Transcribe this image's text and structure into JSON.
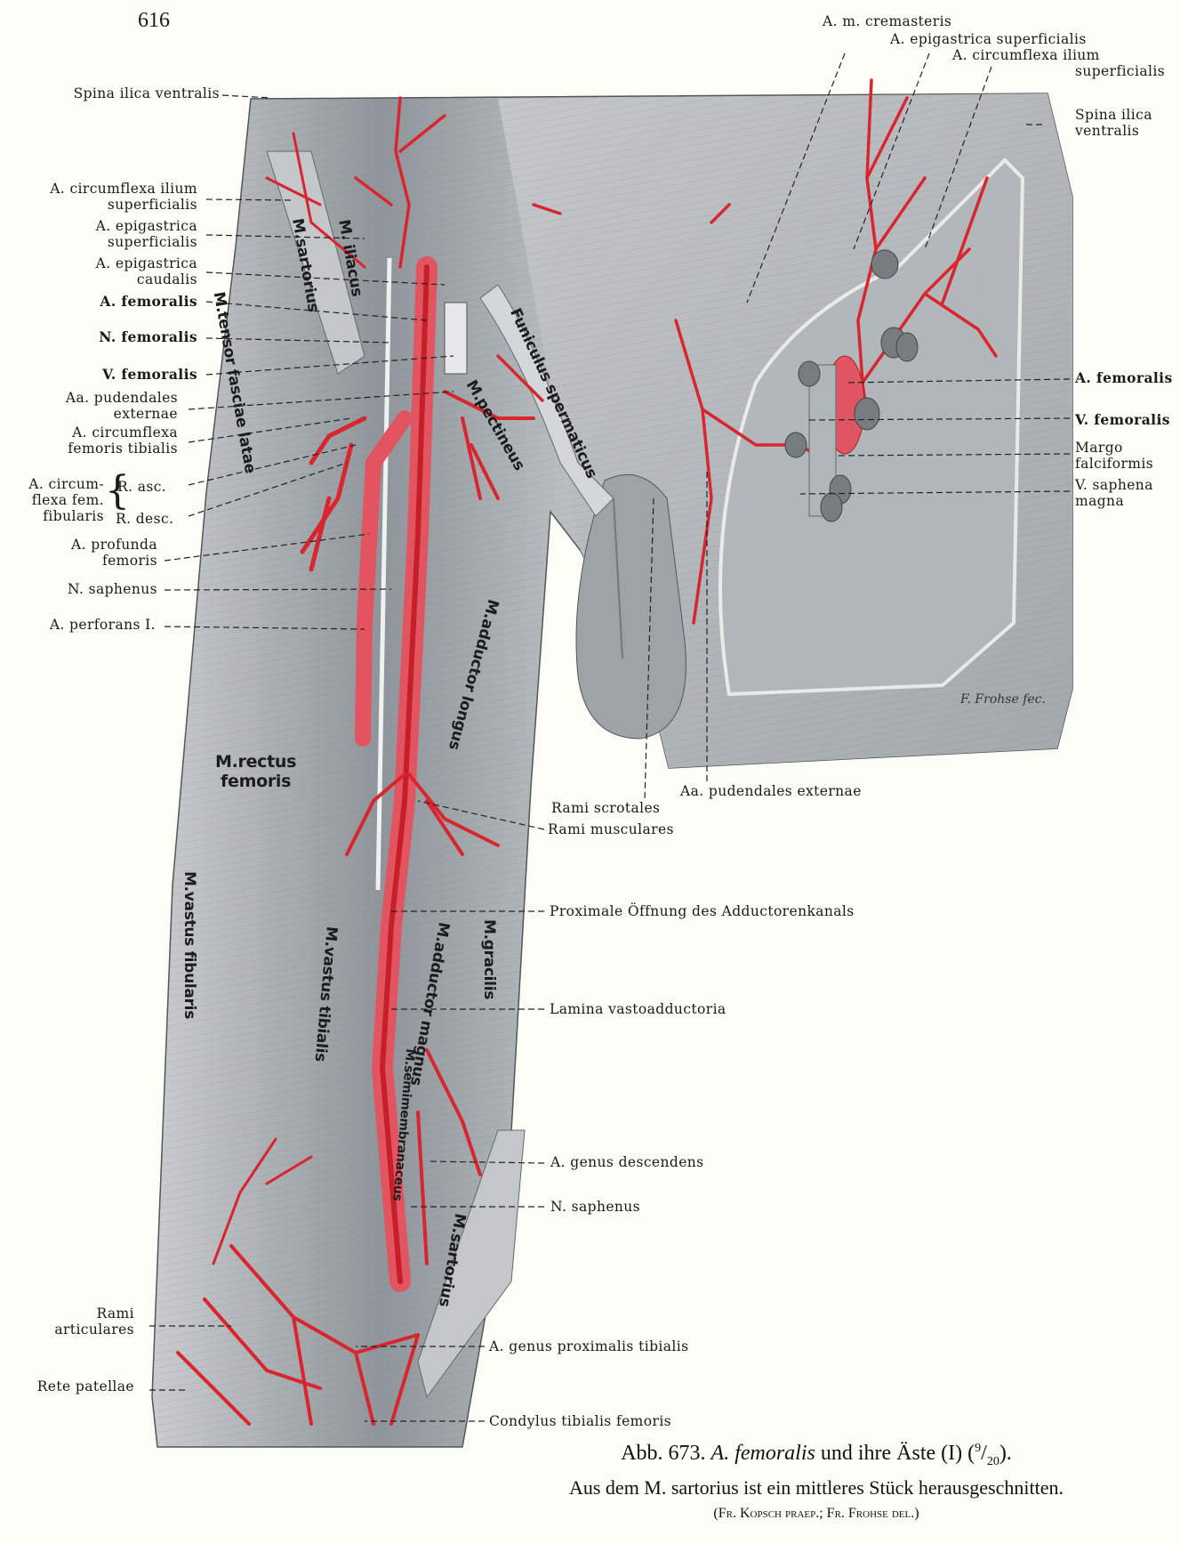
{
  "page_number": "616",
  "left_labels": {
    "spina_ilica_ventralis": "Spina ilica ventralis",
    "circumflexa_ilium_superficialis": "A. circumflexa ilium\nsuperficialis",
    "epigastrica_superficialis": "A. epigastrica\nsuperficialis",
    "epigastrica_caudalis": "A. epigastrica\ncaudalis",
    "a_femoralis": "A. femoralis",
    "n_femoralis": "N. femoralis",
    "v_femoralis": "V. femoralis",
    "pudendales_externae": "Aa. pudendales\nexternae",
    "circumflexa_femoris_tibialis": "A. circumflexa\nfemoris tibialis",
    "circumflexa_fem_fibularis": "A. circum-\nflexa fem.\nfibularis",
    "r_asc": "R. asc.",
    "r_desc": "R. desc.",
    "profunda_femoris": "A. profunda\nfemoris",
    "n_saphenus": "N. saphenus",
    "perforans_1": "A. perforans I.",
    "rami_articulares": "Rami\narticulares",
    "rete_patellae": "Rete patellae"
  },
  "right_labels": {
    "m_cremasteris": "A. m. cremasteris",
    "epigastrica_superficialis": "A. epigastrica superficialis",
    "circumflexa_ilium": "A. circumflexa ilium",
    "superficialis": "superficialis",
    "spina_ilica_ventralis": "Spina ilica\nventralis",
    "a_femoralis": "A. femoralis",
    "v_femoralis": "V. femoralis",
    "margo_falciformis": "Margo\nfalciformis",
    "v_saphena_magna": "V. saphena\nmagna",
    "pudendales_externae": "Aa. pudendales externae",
    "rami_scrotales": "Rami scrotales",
    "rami_musculares": "Rami musculares",
    "proximale_oeffnung": "Proximale Öffnung des Adductorenkanals",
    "lamina_vastoadductoria": "Lamina vastoadductoria",
    "genus_descendens": "A. genus descendens",
    "n_saphenus": "N. saphenus",
    "genus_proximalis_tibialis": "A. genus proximalis tibialis",
    "condylus_tibialis_femoris": "Condylus tibialis femoris"
  },
  "muscle_labels": {
    "sartorius_upper": "M.sartorius",
    "iliacus": "M. iliacus",
    "tensor_fasciae_latae": "M.tensor fasciae latae",
    "funiculus_spermaticus": "Funiculus spermaticus",
    "pectineus": "M.pectineus",
    "adductor_longus": "M.adductor longus",
    "rectus_femoris": "M.rectus\nfemoris",
    "vastus_fibularis": "M.vastus fibularis",
    "vastus_tibialis": "M.vastus tibialis",
    "adductor_magnus": "M.adductor magnus",
    "gracilis": "M.gracilis",
    "semimembranaceus": "M.semimembranaceus",
    "sartorius_lower": "M.sartorius"
  },
  "signature": "F. Frohse fec.",
  "caption": {
    "prefix": "Abb. 673. ",
    "artery": "A. femoralis",
    "rest": " und ihre Äste (I) (",
    "num": "9",
    "den": "20",
    "end": ").",
    "line2": "Aus dem M. sartorius ist ein mittleres Stück herausgeschnitten.",
    "line3": "(Fr. Kopsch praep.; Fr. Frohse del.)"
  },
  "colors": {
    "artery": "#d8252e",
    "muscle": "#9a9ea2",
    "paper": "#fdfdf8"
  }
}
